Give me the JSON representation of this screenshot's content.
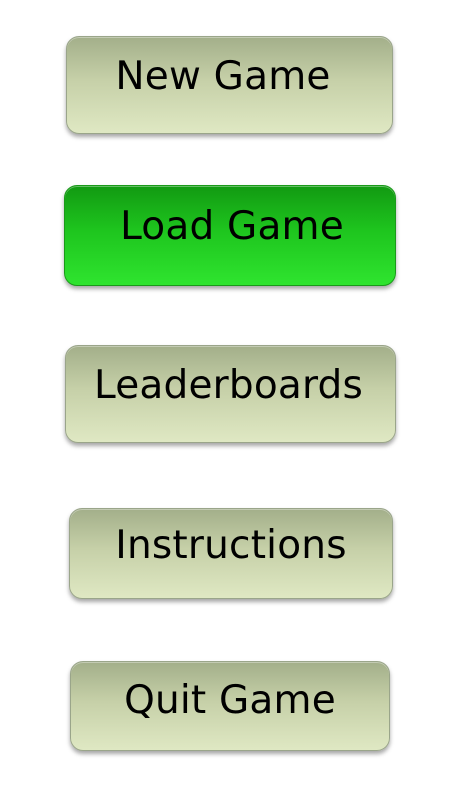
{
  "menu": {
    "buttons": [
      {
        "label": "New Game",
        "state": "normal"
      },
      {
        "label": "Load Game",
        "state": "highlighted"
      },
      {
        "label": "Leaderboards",
        "state": "normal"
      },
      {
        "label": "Instructions",
        "state": "normal"
      },
      {
        "label": "Quit Game",
        "state": "normal"
      }
    ]
  },
  "colors": {
    "button_normal": "#c6d0a8",
    "button_highlighted": "#1ec51e",
    "label_text": "#000000",
    "background": "#ffffff"
  }
}
